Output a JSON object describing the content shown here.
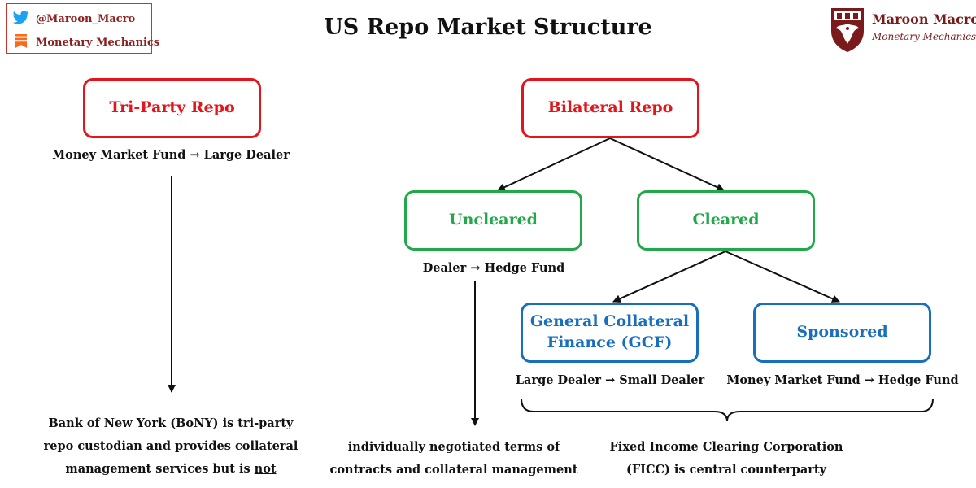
{
  "title": "US Repo Market Structure",
  "brand_left": {
    "twitter_handle": "@Maroon_Macro",
    "substack_name": "Monetary Mechanics"
  },
  "brand_right": {
    "name": "Maroon Macro",
    "subtitle": "Monetary Mechanics"
  },
  "colors": {
    "red": "#e3151b",
    "green": "#22a84a",
    "blue": "#1a6fbd",
    "maroon": "#8b1e1e",
    "twitter": "#1da1f2",
    "substack": "#ff6719"
  },
  "nodes": {
    "tri_party": {
      "label": "Tri-Party Repo",
      "flow": "Money Market Fund → Large Dealer",
      "note_1": "Bank of New York (BoNY) is tri-party",
      "note_2": "repo custodian and provides collateral",
      "note_3a": "management services but is ",
      "note_3b": "not"
    },
    "bilateral": {
      "label": "Bilateral Repo"
    },
    "uncleared": {
      "label": "Uncleared",
      "flow": "Dealer → Hedge Fund",
      "note_1": "individually negotiated terms of",
      "note_2": "contracts and collateral management"
    },
    "cleared": {
      "label": "Cleared"
    },
    "gcf": {
      "label_1": "General Collateral",
      "label_2": "Finance (GCF)",
      "flow": "Large Dealer → Small Dealer"
    },
    "sponsored": {
      "label": "Sponsored",
      "flow": "Money Market Fund → Hedge Fund"
    },
    "ficc": {
      "note_1": "Fixed Income Clearing Corporation",
      "note_2": "(FICC) is central counterparty"
    }
  }
}
